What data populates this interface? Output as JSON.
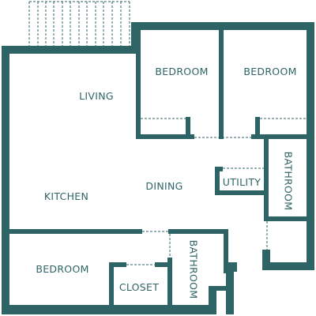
{
  "floor_plan": {
    "colors": {
      "wall": "#2f6466",
      "background": "#ffffff"
    },
    "rooms": [
      {
        "key": "living",
        "label": "LIVING"
      },
      {
        "key": "kitchen",
        "label": "KITCHEN"
      },
      {
        "key": "dining",
        "label": "DINING"
      },
      {
        "key": "bedroom_1",
        "label": "BEDROOM"
      },
      {
        "key": "bedroom_2",
        "label": "BEDROOM"
      },
      {
        "key": "bedroom_3",
        "label": "BEDROOM"
      },
      {
        "key": "bathroom_1",
        "label": "BATHROOM"
      },
      {
        "key": "bathroom_2",
        "label": "BATHROOM"
      },
      {
        "key": "utility",
        "label": "UTILITY"
      },
      {
        "key": "closet",
        "label": "CLOSET"
      }
    ]
  }
}
